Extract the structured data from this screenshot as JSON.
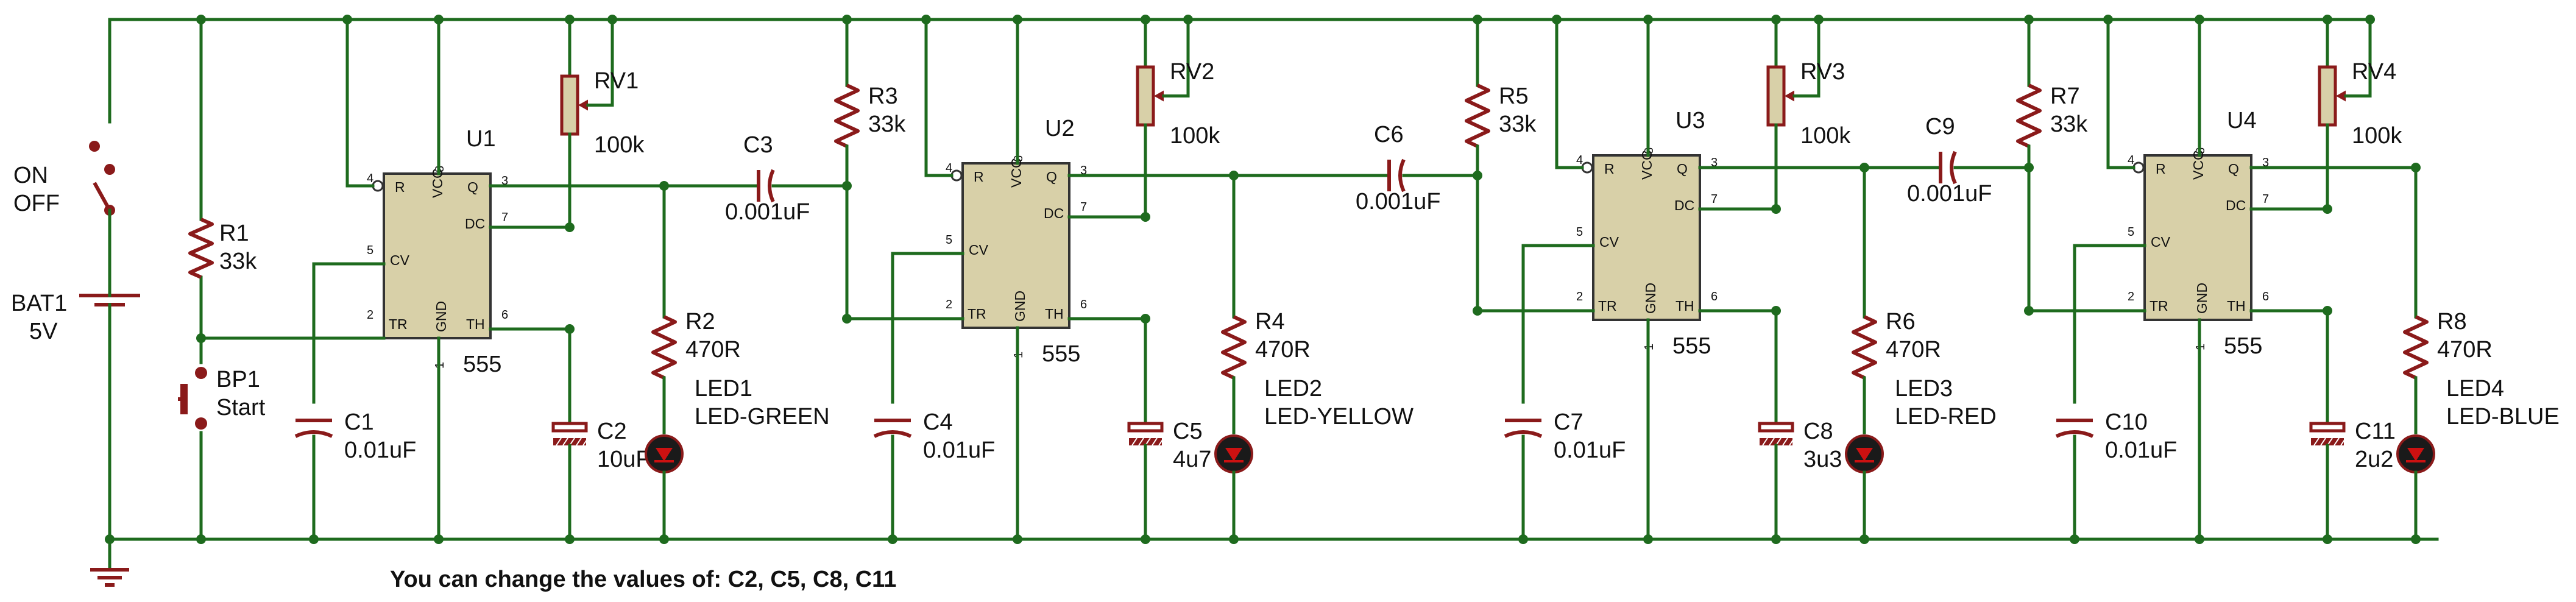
{
  "labels": {
    "switch_on": "ON",
    "switch_off": "OFF",
    "battery_name": "BAT1",
    "battery_value": "5V",
    "button_name": "BP1",
    "button_value": "Start"
  },
  "chips": [
    {
      "name": "U1",
      "type": "555"
    },
    {
      "name": "U2",
      "type": "555"
    },
    {
      "name": "U3",
      "type": "555"
    },
    {
      "name": "U4",
      "type": "555"
    }
  ],
  "chip_pins": {
    "r": "R",
    "vcc": "VCC",
    "q": "Q",
    "dc": "DC",
    "cv": "CV",
    "tr": "TR",
    "gnd": "GND",
    "th": "TH"
  },
  "pin_numbers": {
    "r": "4",
    "vcc": "8",
    "q": "3",
    "dc": "7",
    "cv": "5",
    "tr": "2",
    "gnd": "1",
    "th": "6"
  },
  "resistors": [
    {
      "name": "R1",
      "value": "33k"
    },
    {
      "name": "R2",
      "value": "470R"
    },
    {
      "name": "R3",
      "value": "33k"
    },
    {
      "name": "R4",
      "value": "470R"
    },
    {
      "name": "R5",
      "value": "33k"
    },
    {
      "name": "R6",
      "value": "470R"
    },
    {
      "name": "R7",
      "value": "33k"
    },
    {
      "name": "R8",
      "value": "470R"
    }
  ],
  "pots": [
    {
      "name": "RV1",
      "value": "100k"
    },
    {
      "name": "RV2",
      "value": "100k"
    },
    {
      "name": "RV3",
      "value": "100k"
    },
    {
      "name": "RV4",
      "value": "100k"
    }
  ],
  "capacitors": [
    {
      "name": "C1",
      "value": "0.01uF"
    },
    {
      "name": "C2",
      "value": "10uF"
    },
    {
      "name": "C3",
      "value": "0.001uF"
    },
    {
      "name": "C4",
      "value": "0.01uF"
    },
    {
      "name": "C5",
      "value": "4u7"
    },
    {
      "name": "C6",
      "value": "0.001uF"
    },
    {
      "name": "C7",
      "value": "0.01uF"
    },
    {
      "name": "C8",
      "value": "3u3"
    },
    {
      "name": "C9",
      "value": "0.001uF"
    },
    {
      "name": "C10",
      "value": "0.01uF"
    },
    {
      "name": "C11",
      "value": "2u2"
    }
  ],
  "leds": [
    {
      "name": "LED1",
      "value": "LED-GREEN"
    },
    {
      "name": "LED2",
      "value": "LED-YELLOW"
    },
    {
      "name": "LED3",
      "value": "LED-RED"
    },
    {
      "name": "LED4",
      "value": "LED-BLUE"
    }
  ],
  "note": "You can change the values of: C2, C5, C8, C11",
  "colors": {
    "wire": "#1e6b1e",
    "component": "#8a1a1a",
    "chip_fill": "#d8d0a8",
    "led_body": "#1a1a1a",
    "led_glow": "#cc1111"
  }
}
